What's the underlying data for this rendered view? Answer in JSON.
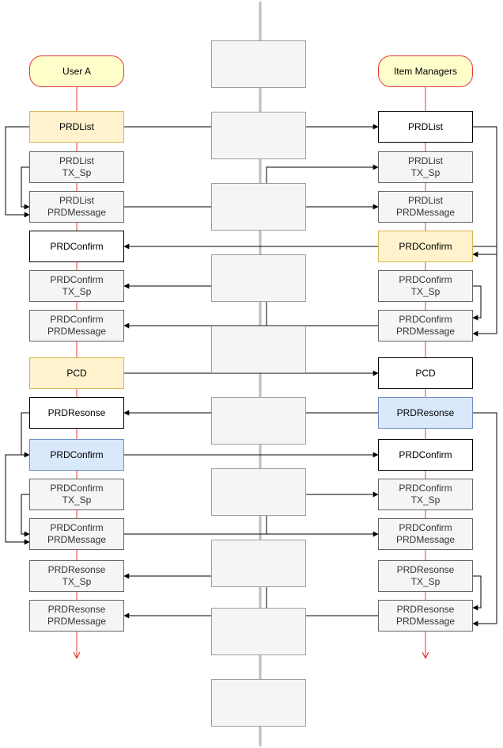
{
  "colors": {
    "actor_fill": "#ffffcc",
    "actor_border": "#e53935",
    "lifeline": "#e53935",
    "highlight_yellow": "#fff2cc",
    "highlight_blue": "#dae8fc",
    "gray_box": "#f5f5f5",
    "center_line": "#bdbdbd",
    "arrow": "#000000"
  },
  "actors": {
    "left": "User A",
    "right": "Item Managers"
  },
  "left_boxes": [
    {
      "lines": [
        "PRDList"
      ],
      "style": "yellow"
    },
    {
      "lines": [
        "PRDList",
        "TX_Sp"
      ],
      "style": "gray"
    },
    {
      "lines": [
        "PRDList",
        "PRDMessage"
      ],
      "style": "gray"
    },
    {
      "lines": [
        "PRDConfirm"
      ],
      "style": "white"
    },
    {
      "lines": [
        "PRDConfirm",
        "TX_Sp"
      ],
      "style": "gray"
    },
    {
      "lines": [
        "PRDConfirm",
        "PRDMessage"
      ],
      "style": "gray"
    },
    {
      "lines": [
        "PCD"
      ],
      "style": "yellow"
    },
    {
      "lines": [
        "PRDResonse"
      ],
      "style": "white"
    },
    {
      "lines": [
        "PRDConfirm"
      ],
      "style": "blue"
    },
    {
      "lines": [
        "PRDConfirm",
        "TX_Sp"
      ],
      "style": "gray"
    },
    {
      "lines": [
        "PRDConfirm",
        "PRDMessage"
      ],
      "style": "gray"
    },
    {
      "lines": [
        "PRDResonse",
        "TX_Sp"
      ],
      "style": "gray"
    },
    {
      "lines": [
        "PRDResonse",
        "PRDMessage"
      ],
      "style": "gray"
    }
  ],
  "right_boxes": [
    {
      "lines": [
        "PRDList"
      ],
      "style": "white"
    },
    {
      "lines": [
        "PRDList",
        "TX_Sp"
      ],
      "style": "gray"
    },
    {
      "lines": [
        "PRDList",
        "PRDMessage"
      ],
      "style": "gray"
    },
    {
      "lines": [
        "PRDConfirm"
      ],
      "style": "yellow"
    },
    {
      "lines": [
        "PRDConfirm",
        "TX_Sp"
      ],
      "style": "gray"
    },
    {
      "lines": [
        "PRDConfirm",
        "PRDMessage"
      ],
      "style": "gray"
    },
    {
      "lines": [
        "PCD"
      ],
      "style": "white"
    },
    {
      "lines": [
        "PRDResonse"
      ],
      "style": "blue"
    },
    {
      "lines": [
        "PRDConfirm"
      ],
      "style": "white"
    },
    {
      "lines": [
        "PRDConfirm",
        "TX_Sp"
      ],
      "style": "gray"
    },
    {
      "lines": [
        "PRDConfirm",
        "PRDMessage"
      ],
      "style": "gray"
    },
    {
      "lines": [
        "PRDResonse",
        "TX_Sp"
      ],
      "style": "gray"
    },
    {
      "lines": [
        "PRDResonse",
        "PRDMessage"
      ],
      "style": "gray"
    }
  ],
  "middle_box_count": 10,
  "edges": [
    {
      "from": "L0",
      "to": "R0"
    },
    {
      "from": "L0",
      "to": "L2",
      "kind": "self"
    },
    {
      "from": "L1",
      "to": "L2",
      "kind": "self"
    },
    {
      "from": "L2",
      "to": "R1"
    },
    {
      "from": "L2",
      "to": "R2"
    },
    {
      "from": "R0",
      "to": "R3",
      "kind": "self"
    },
    {
      "from": "R3",
      "to": "L3"
    },
    {
      "from": "R3",
      "to": "R5",
      "kind": "self"
    },
    {
      "from": "R4",
      "to": "R5",
      "kind": "self"
    },
    {
      "from": "R5",
      "to": "L4"
    },
    {
      "from": "R5",
      "to": "L5"
    },
    {
      "from": "L6",
      "to": "R6"
    },
    {
      "from": "R7",
      "to": "L7"
    },
    {
      "from": "L7",
      "to": "L8",
      "kind": "self"
    },
    {
      "from": "L8",
      "to": "R8"
    },
    {
      "from": "L8",
      "to": "L10",
      "kind": "self"
    },
    {
      "from": "L9",
      "to": "L10",
      "kind": "self"
    },
    {
      "from": "L10",
      "to": "R9"
    },
    {
      "from": "L10",
      "to": "R10"
    },
    {
      "from": "R7",
      "to": "R12",
      "kind": "self"
    },
    {
      "from": "R11",
      "to": "R12",
      "kind": "self"
    },
    {
      "from": "R12",
      "to": "L11"
    },
    {
      "from": "R12",
      "to": "L12"
    }
  ]
}
